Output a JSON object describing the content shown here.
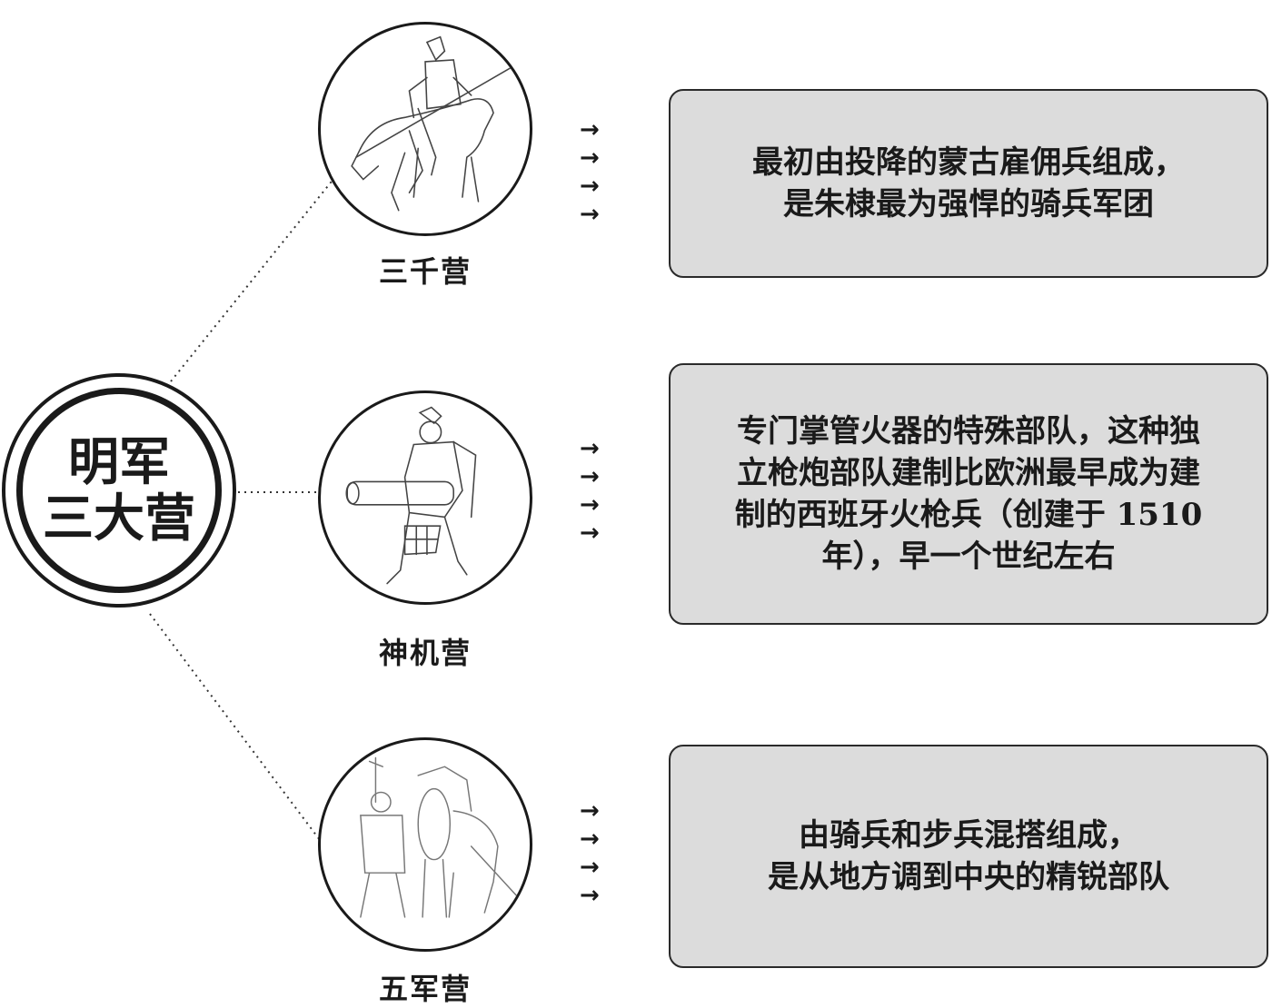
{
  "center": {
    "line1": "明军",
    "line2": "三大营"
  },
  "branches": [
    {
      "label": "三千营",
      "illustration": "mongol-cavalry-rider-icon",
      "desc_lines": [
        "最初由投降的蒙古雇佣兵组成，",
        "是朱棣最为强悍的骑兵军团"
      ]
    },
    {
      "label": "神机营",
      "illustration": "firearm-soldier-icon",
      "desc_lines": [
        "专门掌管火器的特殊部队，这种独",
        "立枪炮部队建制比欧洲最早成为建",
        "制的西班牙火枪兵（创建于 1510",
        "年），早一个世纪左右"
      ]
    },
    {
      "label": "五军营",
      "illustration": "infantry-and-cavalry-icon",
      "desc_lines": [
        "由骑兵和步兵混搭组成，",
        "是从地方调到中央的精锐部队"
      ]
    }
  ],
  "arrow_glyph": "→",
  "colors": {
    "box_fill": "#dcdcdc",
    "ink": "#1a1a1a"
  }
}
